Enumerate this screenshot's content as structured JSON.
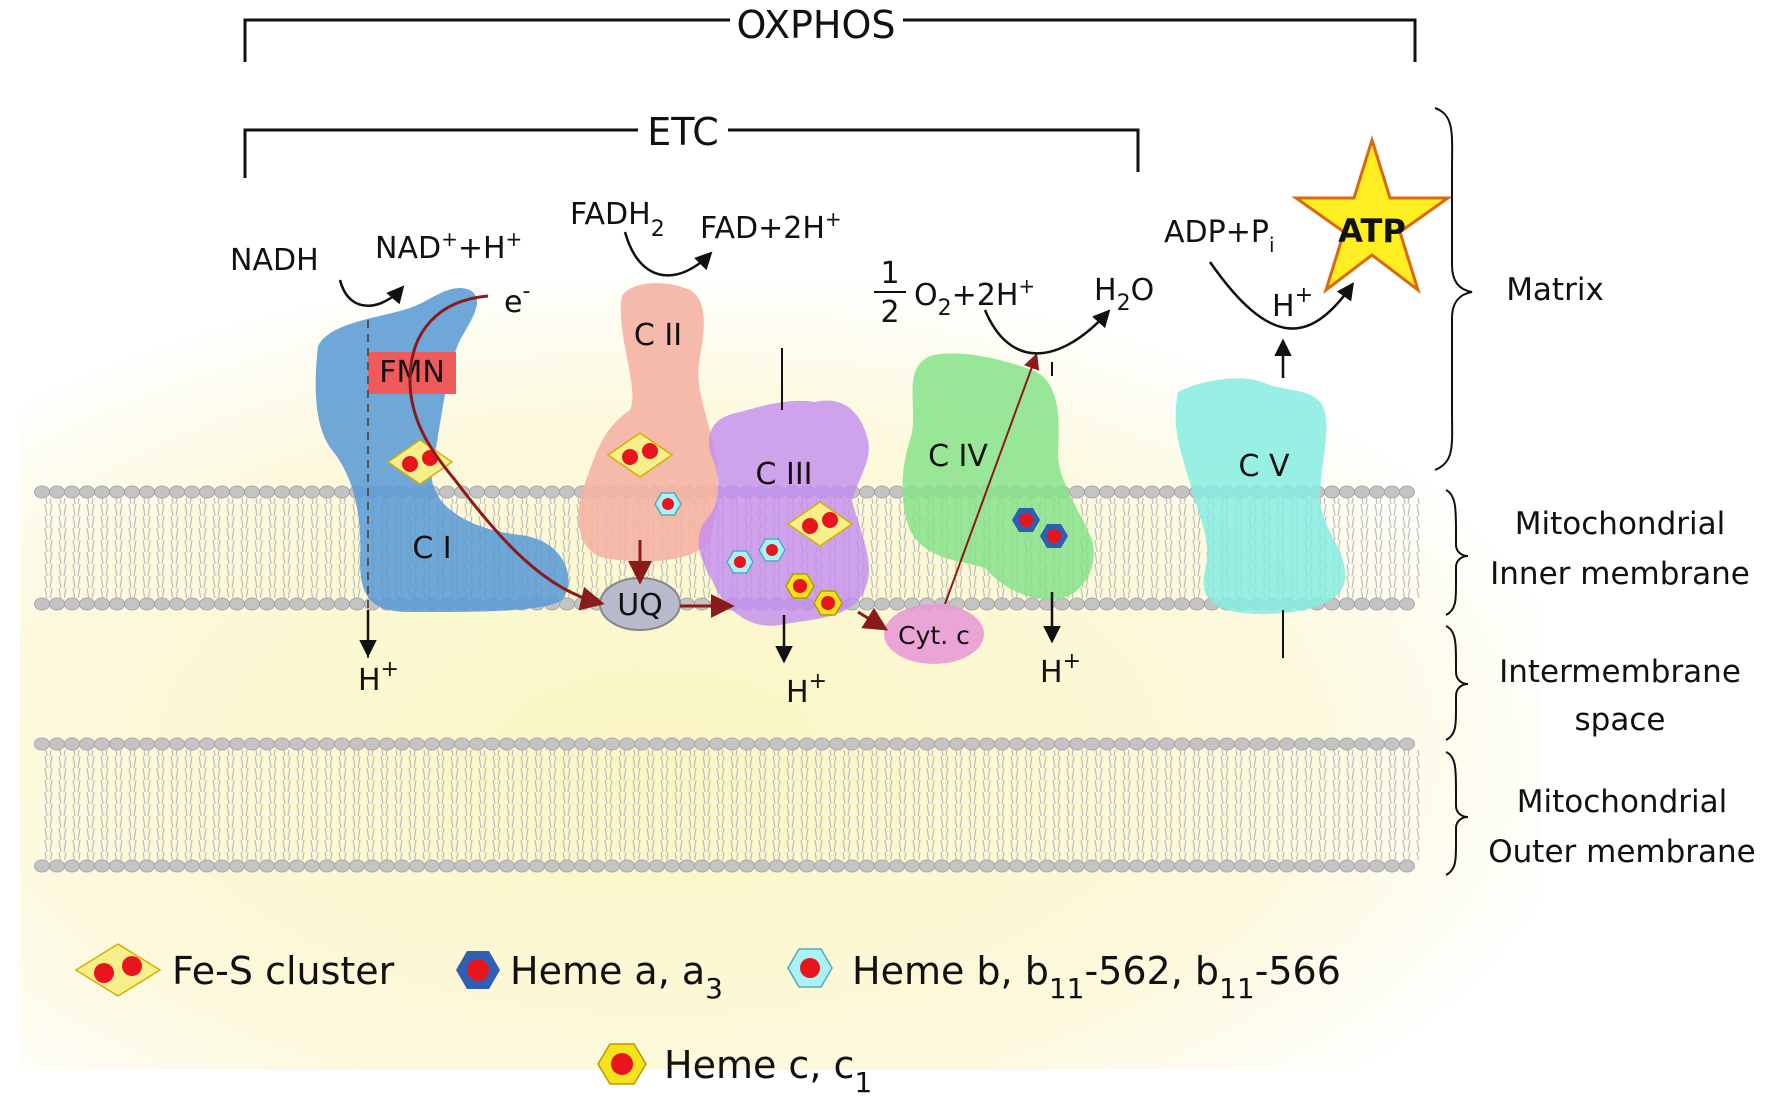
{
  "brackets": {
    "oxphos": "OXPHOS",
    "etc": "ETC"
  },
  "substrates": {
    "nadh": "NADH",
    "nad_main": "NAD",
    "nad_sup": "+",
    "nad_rest": "+H",
    "nad_sup2": "+",
    "fadh_main": "FADH",
    "fadh_sub": "2",
    "fad_main": "FAD+2H",
    "fad_sup": "+",
    "o2_num": "1",
    "o2_den": "2",
    "o2_main": "O",
    "o2_sub": "2",
    "o2_rest": "+2H",
    "o2_sup": "+",
    "h2o_h": "H",
    "h2o_sub": "2",
    "h2o_o": "O",
    "adp_main": "ADP+P",
    "adp_sub": "i",
    "atp": "ATP",
    "electron_main": "e",
    "electron_sup": "-"
  },
  "complexes": {
    "c1": "C I",
    "c2": "C II",
    "c3": "C III",
    "c4": "C IV",
    "c5": "C V",
    "fmn": "FMN",
    "uq": "UQ",
    "cytc": "Cyt. c"
  },
  "protons": {
    "h": "H",
    "sup": "+"
  },
  "regions": {
    "matrix": "Matrix",
    "inner_1": "Mitochondrial",
    "inner_2": "Inner membrane",
    "ims_1": "Intermembrane",
    "ims_2": "space",
    "outer_1": "Mitochondrial",
    "outer_2": "Outer membrane"
  },
  "legend": {
    "fes": "Fe-S cluster",
    "heme_a": "Heme a, a",
    "heme_a_sub": "3",
    "heme_b_1": "Heme b, b",
    "heme_b_sub1": "11",
    "heme_b_2": "-562, b",
    "heme_b_sub2": "11",
    "heme_b_3": "-566",
    "heme_c": "Heme c, c",
    "heme_c_sub": "1"
  },
  "colors": {
    "arrow_red": "#8b1a1a",
    "c1_blue": "#5b9bd5",
    "c2_pink": "#f4b3a3",
    "c3_purple": "#c38cf0",
    "c4_green": "#86e38a",
    "c5_cyan": "#86ece0",
    "fmn_red": "#ef5a5a",
    "fes_yellow": "#f7ef8a",
    "heme_a_blue": "#2f5fb3",
    "heme_b_cyan": "#aaf2f6",
    "heme_c_yellow": "#f3e21c",
    "iron_red": "#e8141e"
  }
}
